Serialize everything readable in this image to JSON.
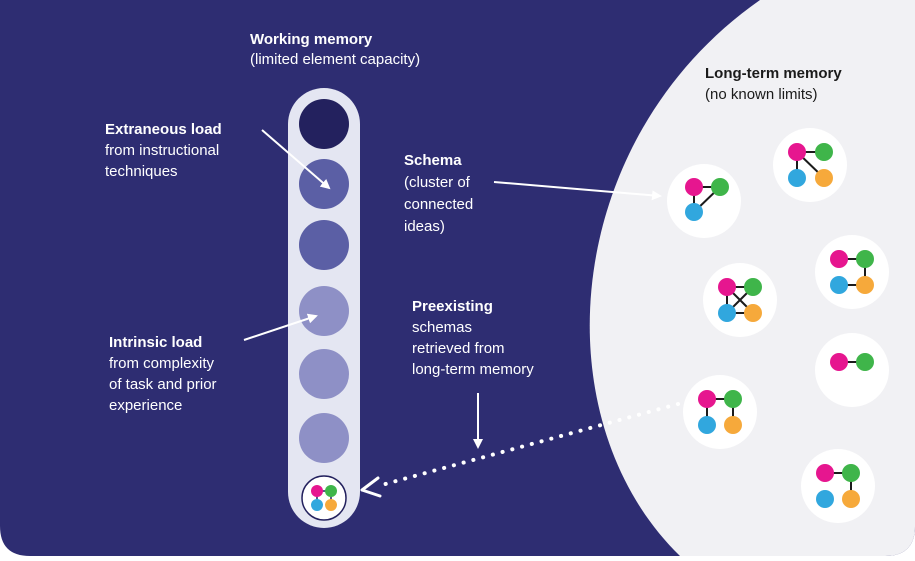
{
  "working_memory": {
    "title": "Working memory",
    "subtitle": "(limited element capacity)"
  },
  "long_term_memory": {
    "title": "Long-term memory",
    "subtitle": "(no known limits)"
  },
  "extraneous_load": {
    "title": "Extraneous load",
    "lines": [
      "from instructional",
      "techniques"
    ]
  },
  "intrinsic_load": {
    "title": "Intrinsic load",
    "lines": [
      "from complexity",
      "of task and prior",
      "experience"
    ]
  },
  "schema": {
    "title": "Schema",
    "lines": [
      "(cluster of",
      "connected",
      "ideas)"
    ]
  },
  "preexisting": {
    "title": "Preexisting",
    "lines": [
      "schemas",
      "retrieved from",
      "long-term memory"
    ]
  },
  "colors": {
    "background": "#ffffff",
    "panel": "#2e2d72",
    "panel_light_region": "#f1f1f4",
    "column": "#e4e6f2",
    "slot_dark": "#23215e",
    "slot_mid": "#5b5fa5",
    "slot_light": "#8e90c6",
    "node_magenta": "#e6168f",
    "node_green": "#3fb54a",
    "node_blue": "#31a7de",
    "node_orange": "#f6a93b",
    "text_dark": "#1b1b1b",
    "text_light": "#ffffff"
  },
  "icons": {
    "schema_cluster": "schema-cluster-icon",
    "arrow": "arrow-icon",
    "dotted_arrow": "dotted-arrow-icon"
  }
}
